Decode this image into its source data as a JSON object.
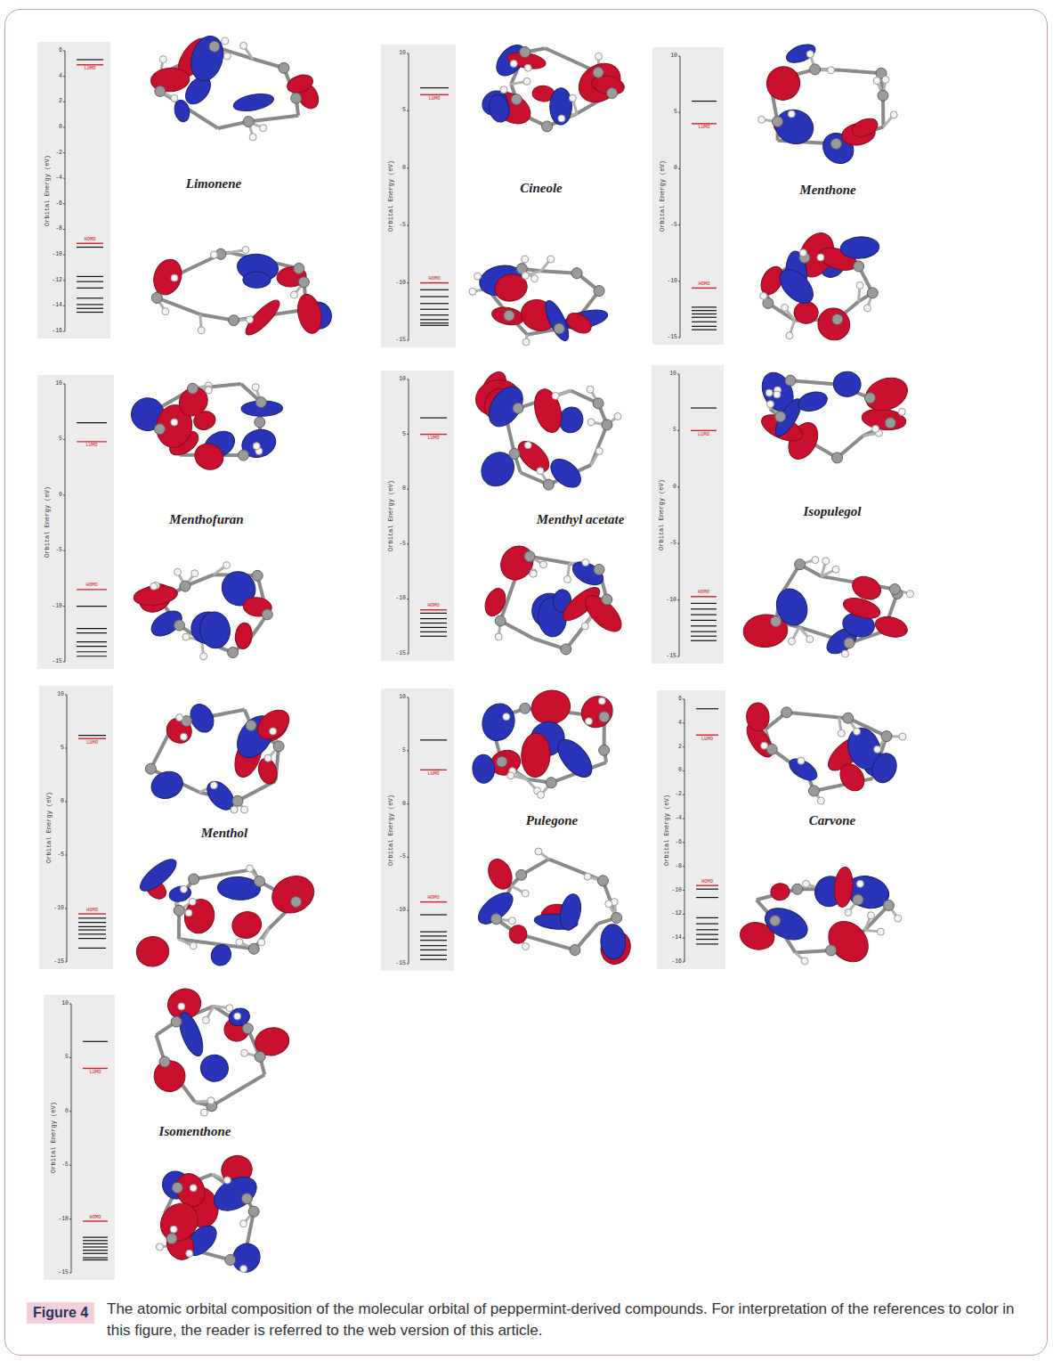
{
  "diagram": {
    "caption": "The atomic orbital composition of the molecular orbital of peppermint-derived compounds. For interpretation of the references to color in this figure, the reader is referred to the web version of this article.",
    "nodes": [
      {
        "text": [
          "Figure 4"
        ]
      }
    ],
    "labels": [
      "Limonene",
      "Orbital Energy (eV)",
      "6",
      "4",
      "2",
      "0",
      "-2",
      "-4",
      "-6",
      "-8",
      "-10",
      "-12",
      "-14",
      "-16",
      "LUMO",
      "HOMO",
      "Cineole",
      "Orbital Energy (eV)",
      "10",
      "5",
      "0",
      "-5",
      "-10",
      "-15",
      "LUMO",
      "HOMO",
      "Menthone",
      "Orbital Energy (eV)",
      "10",
      "5",
      "0",
      "-5",
      "-10",
      "-15",
      "LUMO",
      "HOMO",
      "Menthofuran",
      "Orbital Energy (eV)",
      "10",
      "5",
      "0",
      "-5",
      "-10",
      "-15",
      "LUMO",
      "HOMO",
      "Menthyl acetate",
      "Orbital Energy (eV)",
      "10",
      "5",
      "0",
      "-5",
      "-10",
      "-15",
      "LUMO",
      "HOMO",
      "Isopulegol",
      "Orbital Energy (eV)",
      "10",
      "5",
      "0",
      "-5",
      "-10",
      "-15",
      "LUMO",
      "HOMO",
      "Menthol",
      "Orbital Energy (eV)",
      "10",
      "5",
      "0",
      "-5",
      "-10",
      "-15",
      "LUMO",
      "HOMO",
      "Pulegone",
      "Orbital Energy (eV)",
      "10",
      "5",
      "0",
      "-5",
      "-10",
      "-15",
      "LUMO",
      "HOMO",
      "Carvone",
      "Orbital Energy (eV)",
      "6",
      "4",
      "2",
      "0",
      "-2",
      "-4",
      "-6",
      "-8",
      "-10",
      "-12",
      "-14",
      "-16",
      "LUMO",
      "HOMO",
      "Isomenthone",
      "Orbital Energy (eV)",
      "10",
      "5",
      "0",
      "-5",
      "-10",
      "-15",
      "LUMO",
      "HOMO"
    ]
  }
}
